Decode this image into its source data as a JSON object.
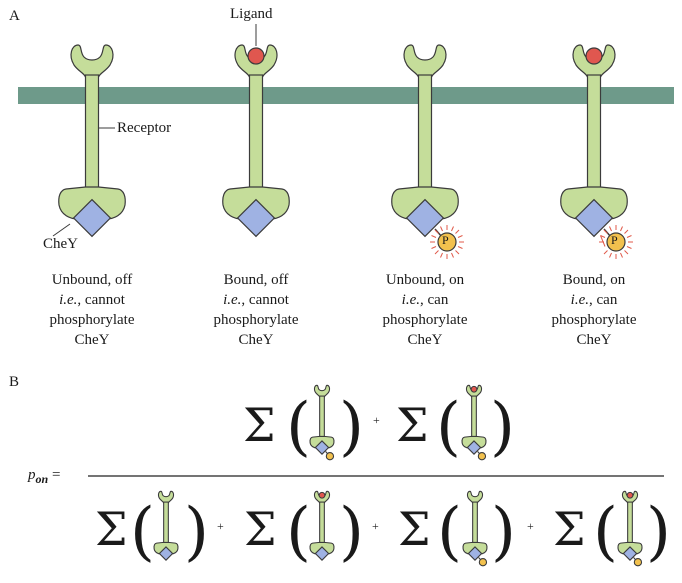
{
  "panel_a": {
    "label": "A",
    "ligand_label": "Ligand",
    "receptor_label": "Receptor",
    "chey_label": "CheY",
    "phosphate_letter": "P",
    "captions": [
      {
        "line1": "Unbound, off",
        "line2_italic": "i.e.",
        "line2_rest": ", cannot",
        "line3": "phosphorylate",
        "line4": "CheY"
      },
      {
        "line1": "Bound, off",
        "line2_italic": "i.e.",
        "line2_rest": ", cannot",
        "line3": "phosphorylate",
        "line4": "CheY"
      },
      {
        "line1": "Unbound, on",
        "line2_italic": "i.e.",
        "line2_rest": ", can",
        "line3": "phosphorylate",
        "line4": "CheY"
      },
      {
        "line1": "Bound, on",
        "line2_italic": "i.e.",
        "line2_rest": ", can",
        "line3": "phosphorylate",
        "line4": "CheY"
      }
    ],
    "colors": {
      "membrane": "#6e9a8a",
      "receptor": "#c5dd9a",
      "chey": "#9fb2e3",
      "ligand": "#e0574f",
      "phosphate": "#f2c14e",
      "glow": "#e05a4a"
    }
  },
  "panel_b": {
    "label": "B",
    "lhs_p": "p",
    "lhs_sub": "on",
    "equals": "=",
    "plus": "+",
    "sigma": "Σ",
    "numerator_terms": [
      "unbound-on",
      "bound-on"
    ],
    "denominator_terms": [
      "unbound-off",
      "bound-off",
      "unbound-on",
      "bound-on"
    ]
  }
}
